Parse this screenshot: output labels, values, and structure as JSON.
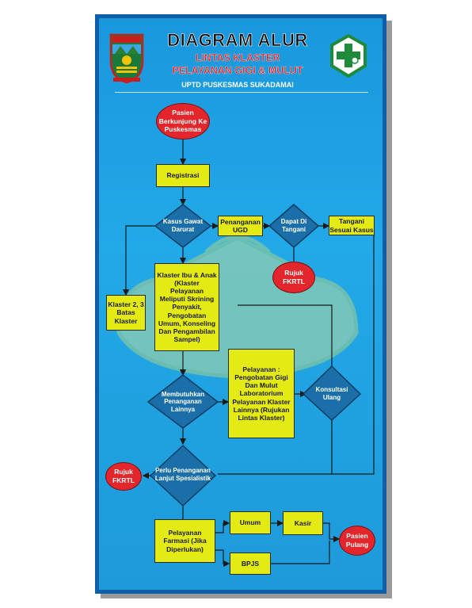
{
  "header": {
    "title": "DIAGRAM ALUR",
    "subtitle1": "LINTAS KLASTER",
    "subtitle2": "PELAYANAN GIGI & MULUT",
    "org": "UPTD  PUSKESMAS SUKADAMAI"
  },
  "colors": {
    "background": "#22a9e8",
    "process_box": "#e4ea14",
    "decision": "#1a6fa8",
    "terminal": "#e3262b",
    "watermark": "#a6d18a"
  },
  "nodes": {
    "start": "Pasien Berkunjung Ke Puskesmas",
    "registrasi": "Registrasi",
    "gawat_darurat": "Kasus Gawat Darurat",
    "penanganan_ugd": "Penanganan UGD",
    "dapat_ditangani": "Dapat Di Tangani",
    "tangani_sesuai": "Tangani Sesuai Kasus",
    "rujuk_fkrtl_1": "Rujuk FKRTL",
    "klaster_ibu_anak": "Klaster Ibu & Anak (Klaster Pelayanan Meliputi Skrining Penyakit, Pengobatan Umum, Konseling Dan Pengambilan Sampel)",
    "klaster_23": "Klaster 2, 3 Batas Klaster",
    "pelayanan_gigi": "Pelayanan : Pengobatan Gigi Dan Mulut Laboratorium Pelayanan Klaster Lainnya (Rujukan Lintas Klaster)",
    "membutuhkan": "Membutuhkan Penanganan Lainnya",
    "konsultasi": "Konsultasi Ulang",
    "perlu_spesialistik": "Perlu Penanganan Lanjut Spesialistik",
    "rujuk_fkrtl_2": "Rujuk FKRTL",
    "farmasi": "Pelayanan Farmasi (Jika Diperlukan)",
    "umum": "Umum",
    "kasir": "Kasir",
    "bpjs": "BPJS",
    "pulang": "Pasien Pulang"
  }
}
